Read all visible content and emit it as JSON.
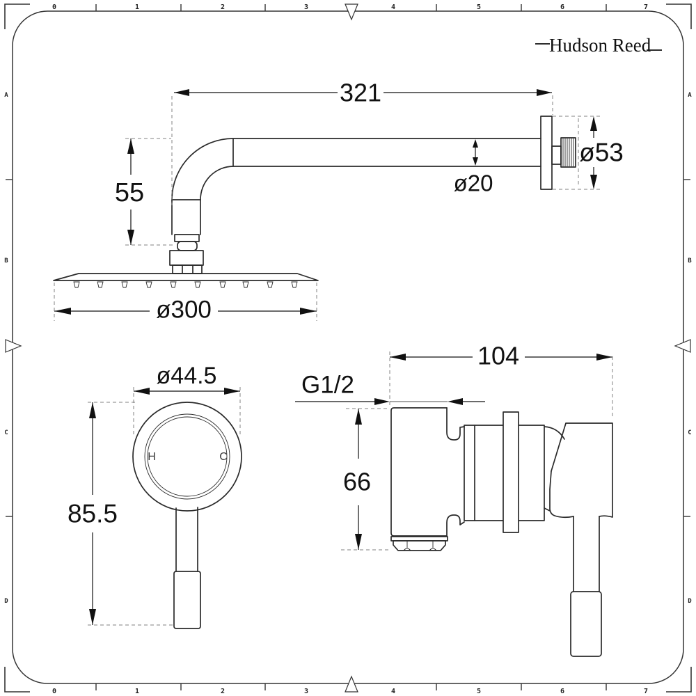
{
  "colors": {
    "background": "#ffffff",
    "object_line": "#2a2a2a",
    "dimension_line": "#111111",
    "dashed_line": "#808080"
  },
  "logo": {
    "brand": "Hudson Reed"
  },
  "ruler": {
    "numbers": [
      "0",
      "1",
      "2",
      "3",
      "4",
      "5",
      "6",
      "7"
    ],
    "letters": [
      "A",
      "B",
      "C",
      "D"
    ]
  },
  "shower_arm_view": {
    "arm_length": "321",
    "wall_flange_diameter": "ø53",
    "arm_diameter": "ø20",
    "drop_height": "55",
    "head_diameter": "ø300"
  },
  "handle_front_view": {
    "handle_diameter": "ø44.5",
    "overall_height": "85.5",
    "hot_label": "H",
    "cold_label": "C"
  },
  "valve_side_view": {
    "overall_depth": "104",
    "thread_label": "G1/2",
    "body_height": "66"
  }
}
